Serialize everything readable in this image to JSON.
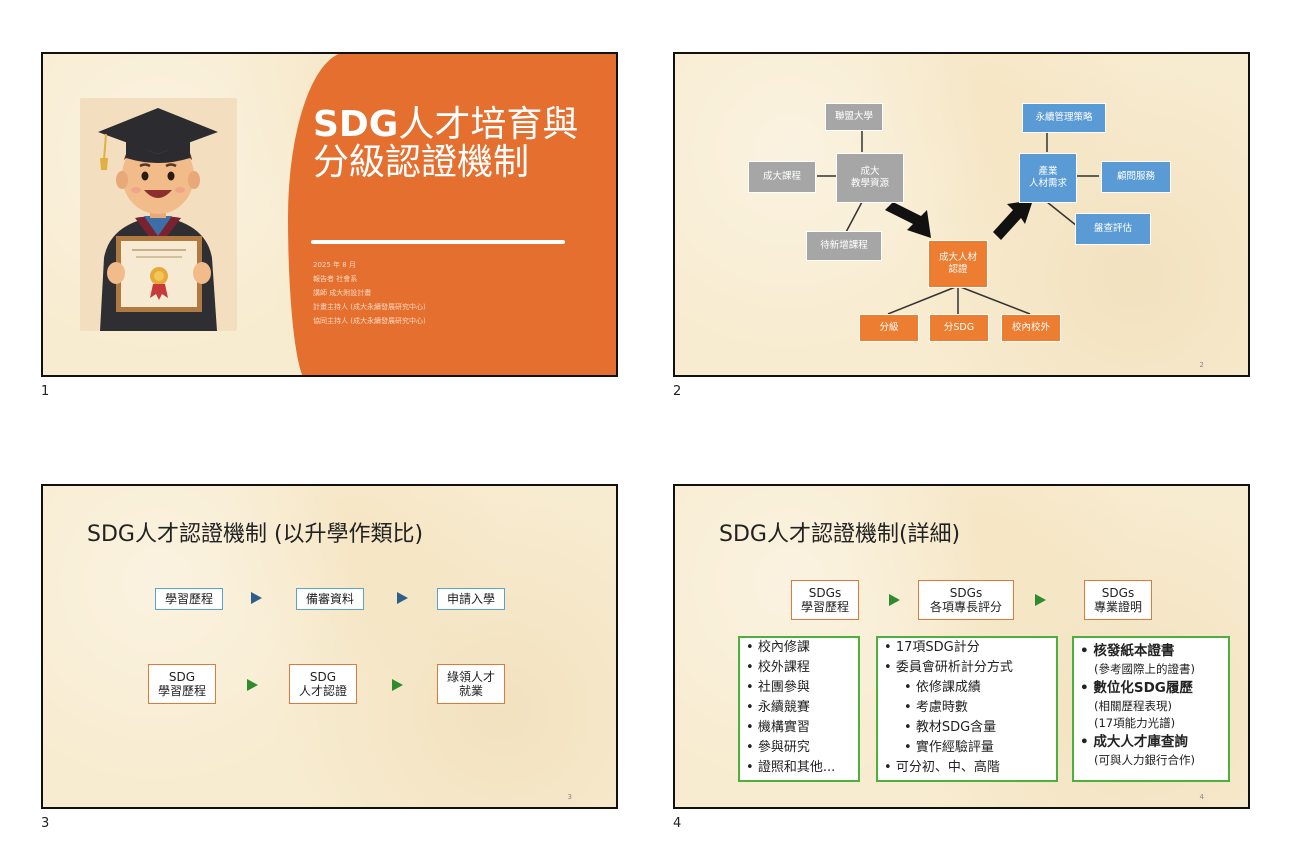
{
  "slides": [
    {
      "number": "1",
      "title": "SDG人才培育與分級認證機制",
      "title_bold": "SDG",
      "title_rest": "人才培育與分級認證機制",
      "meta": [
        "2025 年 8 月",
        "報告者 社會系",
        "講師 成大附設計畫",
        "計畫主持人 (成大永續發展研究中心)",
        "協同主持人 (成大永續發展研究中心)"
      ]
    },
    {
      "number": "2",
      "page_num": "2",
      "nodes": {
        "alliance": "聯盟大學",
        "ncku_courses": "成大課程",
        "ncku_resources_1": "成大",
        "ncku_resources_2": "教學資源",
        "new_courses": "待新增課程",
        "sustain": "永續管理策略",
        "industry_1": "產業",
        "industry_2": "人材需求",
        "consult": "顧問服務",
        "audit": "盤查評估",
        "cert_1": "成大人材",
        "cert_2": "認證",
        "level": "分級",
        "sdg": "分SDG",
        "inout": "校內校外"
      }
    },
    {
      "number": "3",
      "page_num": "3",
      "title": "SDG人才認證機制 (以升學作類比)",
      "row1": [
        "學習歷程",
        "備審資料",
        "申請入學"
      ],
      "row2": [
        [
          "SDG",
          "學習歷程"
        ],
        [
          "SDG",
          "人才認證"
        ],
        [
          "綠領人才",
          "就業"
        ]
      ]
    },
    {
      "number": "4",
      "page_num": "4",
      "title": "SDG人才認證機制(詳細)",
      "heads": [
        [
          "SDGs",
          "學習歷程"
        ],
        [
          "SDGs",
          "各項專長評分"
        ],
        [
          "SDGs",
          "專業證明"
        ]
      ],
      "col1": [
        "校內修課",
        "校外課程",
        "社團參與",
        "永續競賽",
        "機構實習",
        "參與研究",
        "證照和其他..."
      ],
      "col2": {
        "items": [
          "17項SDG計分",
          "委員會研析計分方式"
        ],
        "subs": [
          "依修課成績",
          "考慮時數",
          "教材SDG含量",
          "實作經驗評量"
        ],
        "last": "可分初、中、高階"
      },
      "col3": {
        "items": [
          "核發紙本證書",
          "數位化SDG履歷",
          "成大人才庫查詢"
        ],
        "notes": [
          "(參考國際上的證書)",
          "(相關歷程表現)",
          "(17項能力光譜)",
          "(可與人力銀行合作)"
        ]
      }
    }
  ],
  "bullet": "•",
  "colors": {
    "orange": "#e46f2e",
    "blue_box": "#5b9bd5",
    "gray_box": "#a6a6a6",
    "green": "#4caf3e"
  },
  "icons": [
    "graduate-illustration",
    "arrow-icon"
  ]
}
